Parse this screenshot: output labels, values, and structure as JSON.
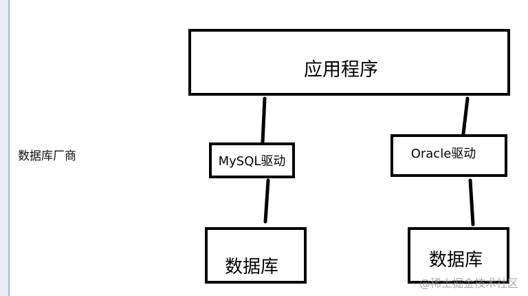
{
  "side_label": "数据库厂商",
  "application": {
    "label": "应用程序"
  },
  "drivers": [
    {
      "label": "MySQL驱动"
    },
    {
      "label": "Oracle驱动"
    }
  ],
  "databases": [
    {
      "label": "数据库"
    },
    {
      "label": "数据库"
    }
  ],
  "watermark": "@稀土掘金技术社区",
  "colors": {
    "stroke": "#000000",
    "background": "#ffffff",
    "left_border": "#9fb7d4"
  }
}
